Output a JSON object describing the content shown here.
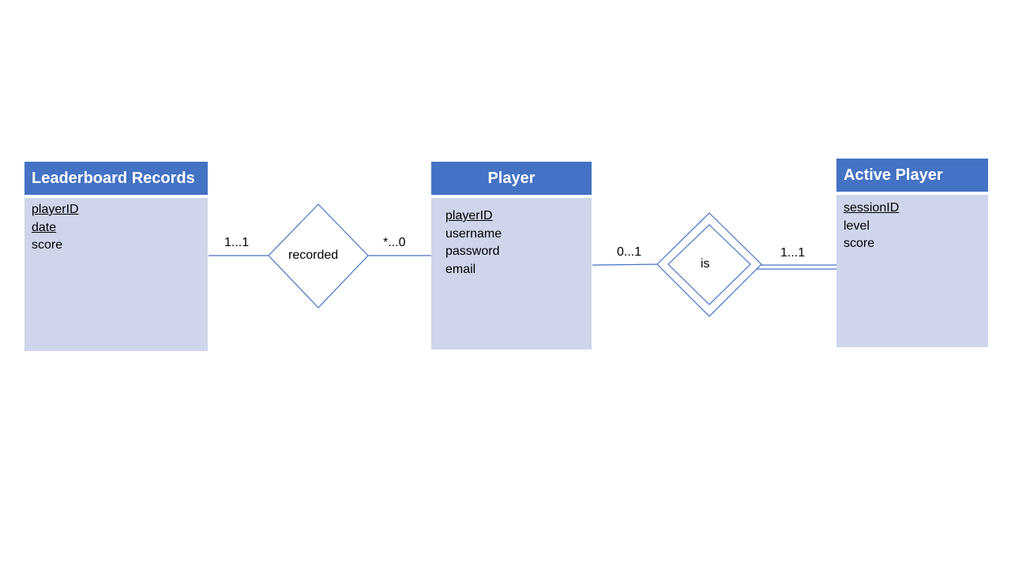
{
  "entities": {
    "leaderboard": {
      "title": "Leaderboard Records",
      "attributes": [
        {
          "name": "playerID",
          "key": true
        },
        {
          "name": "date",
          "key": true
        },
        {
          "name": "score",
          "key": false
        }
      ]
    },
    "player": {
      "title": "Player",
      "attributes": [
        {
          "name": "playerID",
          "key": true
        },
        {
          "name": "username",
          "key": false
        },
        {
          "name": "password",
          "key": false
        },
        {
          "name": "email",
          "key": false
        }
      ]
    },
    "active_player": {
      "title": "Active Player",
      "attributes": [
        {
          "name": "sessionID",
          "key": true
        },
        {
          "name": "level",
          "key": false
        },
        {
          "name": "score",
          "key": false
        }
      ]
    }
  },
  "relationships": {
    "recorded": {
      "label": "recorded",
      "left_cardinality": "1...1",
      "right_cardinality": "*...0"
    },
    "is": {
      "label": "is",
      "left_cardinality": "0...1",
      "right_cardinality": "1...1"
    }
  },
  "colors": {
    "header": "#4472c4",
    "body": "#cfd5ea",
    "line": "#4472c4"
  }
}
